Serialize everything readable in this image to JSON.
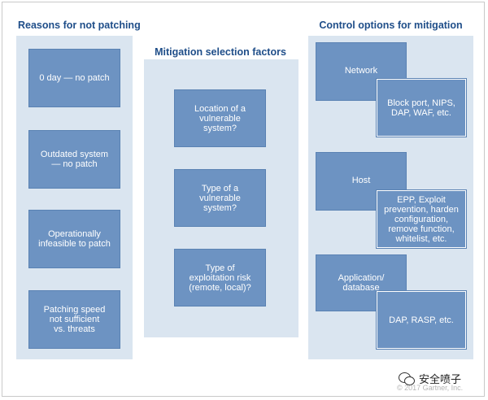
{
  "columns": {
    "left": {
      "title": "Reasons for not patching",
      "boxes": [
        [
          "0 day — no patch"
        ],
        [
          "Outdated system",
          "— no patch"
        ],
        [
          "Operationally",
          "infeasible to patch"
        ],
        [
          "Patching speed",
          "not sufficient",
          "vs. threats"
        ]
      ]
    },
    "middle": {
      "title": "Mitigation selection factors",
      "boxes": [
        [
          "Location of a",
          "vulnerable",
          "system?"
        ],
        [
          "Type of a",
          "vulnerable",
          "system?"
        ],
        [
          "Type of",
          "exploitation risk",
          "(remote, local)?"
        ]
      ]
    },
    "right": {
      "title": "Control options for mitigation",
      "groups": [
        {
          "label": [
            "Network"
          ],
          "detail": [
            "Block port, NIPS,",
            "DAP, WAF, etc."
          ]
        },
        {
          "label": [
            "Host"
          ],
          "detail": [
            "EPP, Exploit",
            "prevention, harden",
            "configuration,",
            "remove function,",
            "whitelist, etc."
          ]
        },
        {
          "label": [
            "Application/",
            "database"
          ],
          "detail": [
            "DAP, RASP, etc."
          ]
        }
      ]
    }
  },
  "watermark": {
    "text": "安全喷子",
    "icon": "wechat-icon"
  },
  "copyright": "© 2017 Gartner, Inc.",
  "colors": {
    "title": "#1f4e89",
    "panel": "#dae5f0",
    "box": "#6d93c2"
  }
}
